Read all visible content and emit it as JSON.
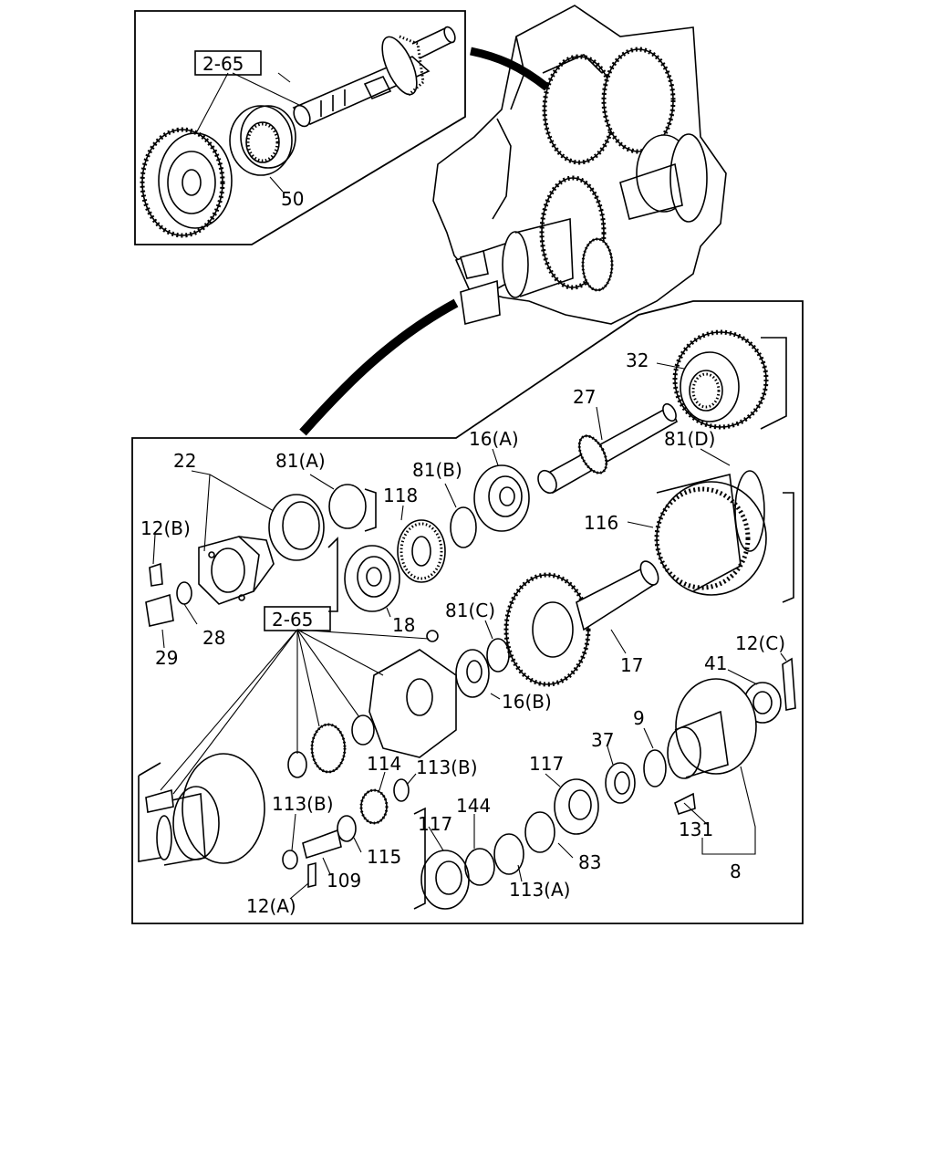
{
  "labels": {
    "ref_top": "2-65",
    "p50": "50",
    "p32": "32",
    "p27": "27",
    "p22": "22",
    "p81a": "81(A)",
    "p81b": "81(B)",
    "p16a": "16(A)",
    "p81d": "81(D)",
    "p118": "118",
    "p12b": "12(B)",
    "p116": "116",
    "p28": "28",
    "p29": "29",
    "p18": "18",
    "ref_mid": "2-65",
    "p81c": "81(C)",
    "p17": "17",
    "p12c": "12(C)",
    "p16b": "16(B)",
    "p41": "41",
    "p9": "9",
    "p37": "37",
    "p114": "114",
    "p113b_1": "113(B)",
    "p117_1": "117",
    "p113b_2": "113(B)",
    "p144": "144",
    "p117_2": "117",
    "p131": "131",
    "p115": "115",
    "p83": "83",
    "p109": "109",
    "p113a": "113(A)",
    "p8": "8",
    "p12a": "12(A)"
  }
}
